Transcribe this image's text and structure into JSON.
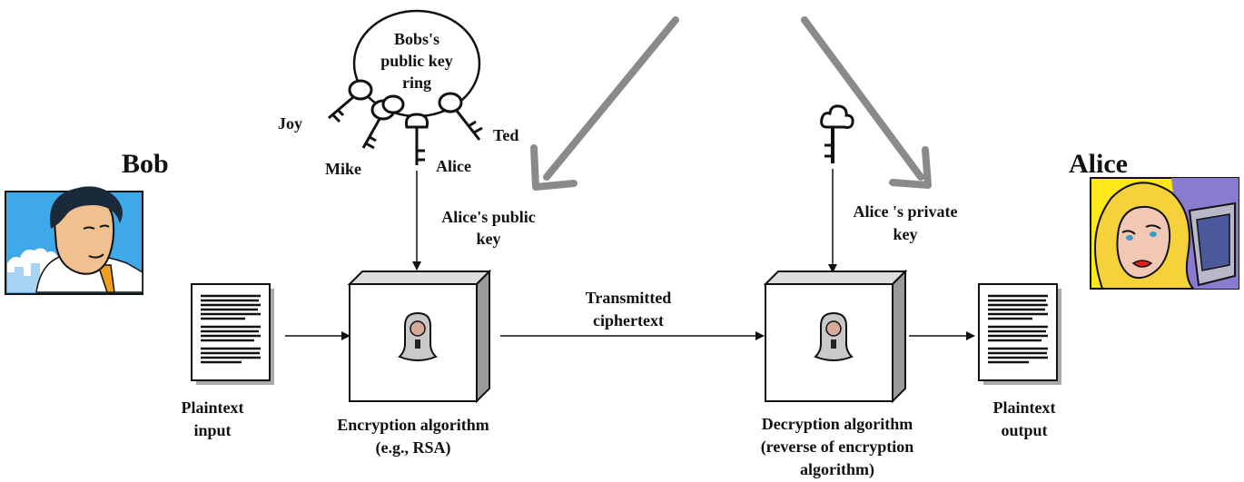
{
  "people": {
    "bob": {
      "name": "Bob"
    },
    "alice": {
      "name": "Alice"
    }
  },
  "key_ring": {
    "title_lines": [
      "Bobs's",
      "public key",
      "ring"
    ],
    "owners": [
      "Joy",
      "Mike",
      "Alice",
      "Ted"
    ]
  },
  "keys": {
    "public_key_lines": [
      "Alice's public",
      "key"
    ],
    "private_key_lines": [
      "Alice 's private",
      "key"
    ]
  },
  "flow": {
    "plaintext_input_lines": [
      "Plaintext",
      "input"
    ],
    "encryption_lines": [
      "Encryption algorithm",
      "(e.g., RSA)"
    ],
    "transmitted_lines": [
      "Transmitted",
      "ciphertext"
    ],
    "decryption_lines": [
      "Decryption algorithm",
      "(reverse of encryption",
      "algorithm)"
    ],
    "plaintext_output_lines": [
      "Plaintext",
      "output"
    ]
  },
  "colors": {
    "arrow_gray": "#8a8a8a",
    "box_front": "#ffffff",
    "box_side": "#9a9a9a",
    "lock_plate": "#c9c9c9",
    "lock_knob": "#d8a898",
    "sky_blue": "#3fa8e8",
    "alice_bg": "#ffe81a",
    "alice_hair": "#f5d23a",
    "monitor_purple": "#7a70c8"
  }
}
